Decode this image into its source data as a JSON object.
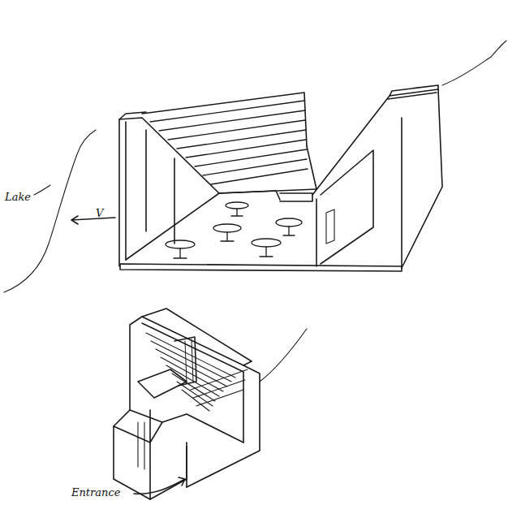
{
  "diagram": {
    "labels": [
      "Lake",
      "V",
      "Entrance"
    ]
  }
}
